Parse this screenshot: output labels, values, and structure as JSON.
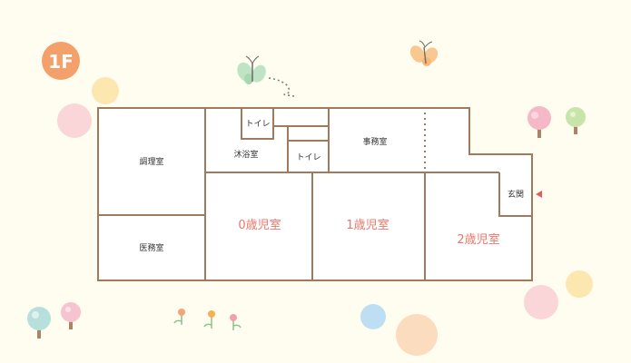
{
  "floor": {
    "label": "1F"
  },
  "colors": {
    "background": "#fefdf0",
    "wall": "#a07a5c",
    "room_fill": "#ffffff",
    "classroom_text": "#e8776a",
    "floor_badge": "#f4a06a",
    "entrance_arrow": "#e25c5c"
  },
  "rooms": {
    "kitchen": "調理室",
    "medical": "医務室",
    "toilet_a": "トイレ",
    "bathing": "沐浴室",
    "toilet_b": "トイレ",
    "office": "事務室",
    "entrance": "玄関",
    "age0": "0歳児室",
    "age1": "1歳児室",
    "age2": "2歳児室"
  },
  "decorations": [
    "butterfly-icon",
    "butterfly-icon",
    "tree-icon",
    "flower-icon"
  ]
}
